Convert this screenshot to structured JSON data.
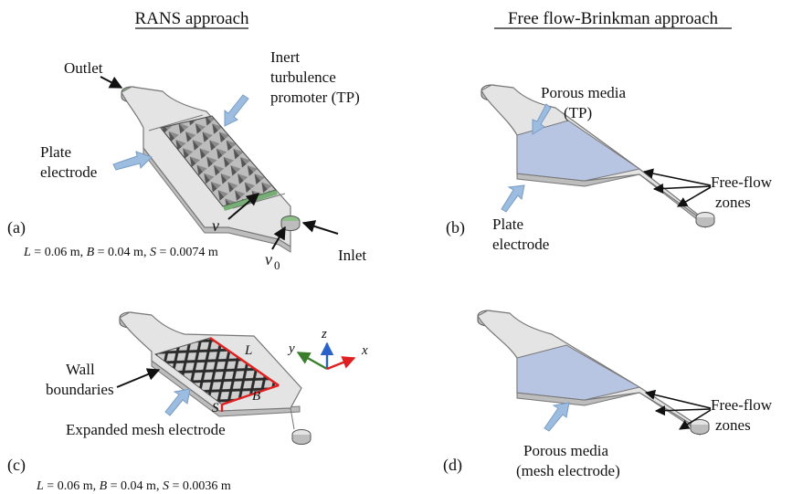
{
  "headings": {
    "rans": "RANS approach",
    "brinkman": "Free flow-Brinkman approach"
  },
  "panel_a": {
    "tag": "(a)",
    "outlet": "Outlet",
    "tp_line1": "Inert",
    "tp_line2": "turbulence",
    "tp_line3": "promoter (TP)",
    "plate_line1": "Plate",
    "plate_line2": "electrode",
    "v": "v",
    "v0_main": "v",
    "v0_sub": "0",
    "inlet": "Inlet",
    "dims": {
      "L": "L",
      "L_val": " = 0.06 m, ",
      "B": "B",
      "B_val": " = 0.04 m, ",
      "S": "S",
      "S_val": " = 0.0074 m"
    }
  },
  "panel_b": {
    "tag": "(b)",
    "porous_line1": "Porous media",
    "porous_line2": "(TP)",
    "freeflow_line1": "Free-flow",
    "freeflow_line2": "zones",
    "plate_line1": "Plate",
    "plate_line2": "electrode"
  },
  "panel_c": {
    "tag": "(c)",
    "wall_line1": "Wall",
    "wall_line2": "boundaries",
    "mesh": "Expanded mesh electrode",
    "L": "L",
    "B": "B",
    "S": "S",
    "axis_x": "x",
    "axis_y": "y",
    "axis_z": "z",
    "dims": {
      "L": "L",
      "L_val": " = 0.06 m, ",
      "B": "B",
      "B_val": " = 0.04 m, ",
      "S": "S",
      "S_val": " = 0.0036 m"
    }
  },
  "panel_d": {
    "tag": "(d)",
    "freeflow_line1": "Free-flow",
    "freeflow_line2": "zones",
    "porous_line1": "Porous media",
    "porous_line2": "(mesh electrode)"
  },
  "colors": {
    "body": "#e4e4e4",
    "body_edge": "#777777",
    "porous": "#b8c5e2",
    "outlet_disk": "#8fbf8a",
    "arrow_blue": "#9cbde0",
    "red": "#e02020",
    "axis_y": "#3a7d2a",
    "axis_z": "#2a62c8"
  }
}
